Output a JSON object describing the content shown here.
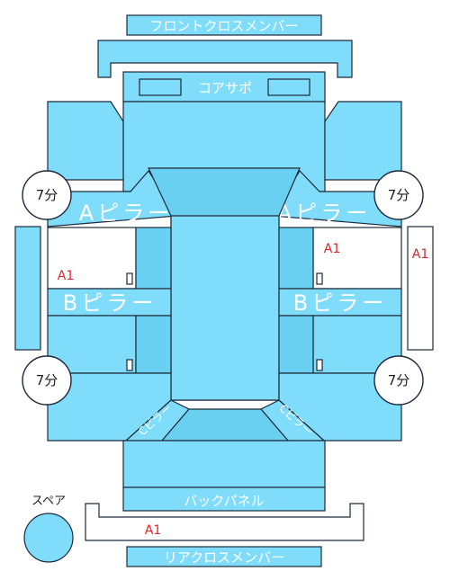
{
  "labels": {
    "front_cross_member": "フロントクロスメンバー",
    "core_support": "コアサポ",
    "a_pillar_left": "Aピラー",
    "a_pillar_right": "Aピラー",
    "b_pillar_left": "Bピラー",
    "b_pillar_right": "Bピラー",
    "back_panel": "バックパネル",
    "rear_cross_member": "リアクロスメンバー",
    "c_pillar_left": "Cピラー",
    "c_pillar_right": "Cピラー",
    "spare": "スペア"
  },
  "wheel_wells": {
    "front_left": "7分",
    "front_right": "7分",
    "rear_left": "7分",
    "rear_right": "7分"
  },
  "marks": {
    "left_door": "A1",
    "right_door": "A1",
    "right_sill": "A1",
    "rear_cross_member": "A1"
  },
  "colors": {
    "panel": "#7fdcfb",
    "panel_dark": "#6ad0f2",
    "outline": "#1c2a3a",
    "mark": "#e0262b"
  }
}
